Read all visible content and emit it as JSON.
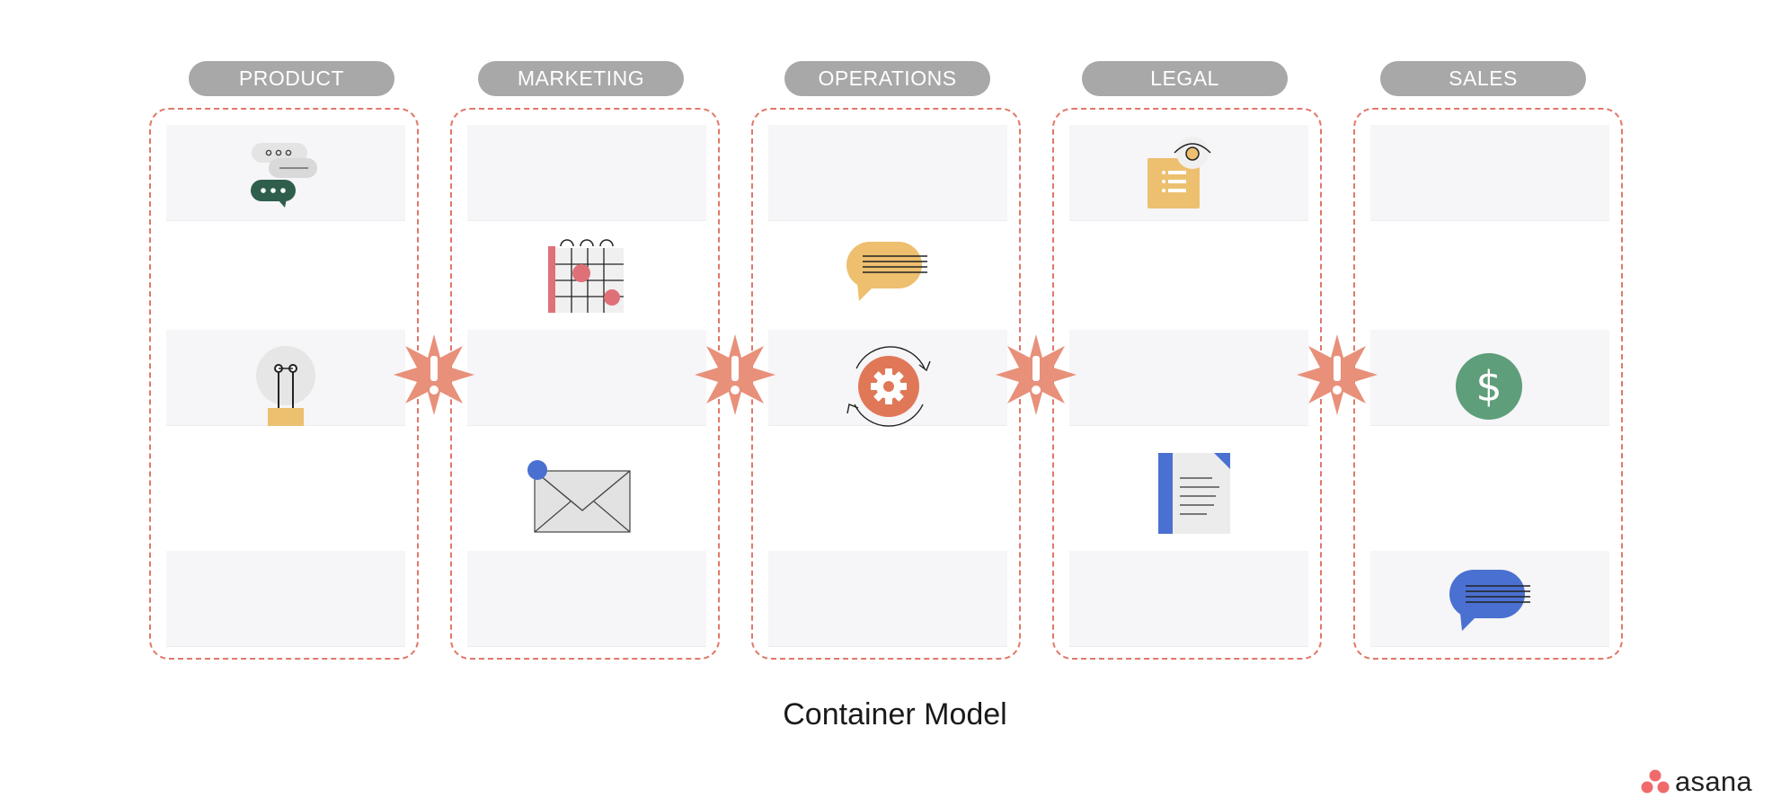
{
  "columns": [
    {
      "label": "PRODUCT"
    },
    {
      "label": "MARKETING"
    },
    {
      "label": "OPERATIONS"
    },
    {
      "label": "LEGAL"
    },
    {
      "label": "SALES"
    }
  ],
  "connectors": {
    "symbol": "!",
    "color": "#e8907a"
  },
  "title": "Container Model",
  "brand": {
    "name": "asana",
    "color": "#f06a6a"
  },
  "icons": [
    {
      "column": "PRODUCT",
      "row": 1,
      "name": "chat-bubbles-icon"
    },
    {
      "column": "PRODUCT",
      "row": 3,
      "name": "lightbulb-icon"
    },
    {
      "column": "MARKETING",
      "row": 2,
      "name": "calendar-icon"
    },
    {
      "column": "MARKETING",
      "row": 4,
      "name": "envelope-icon"
    },
    {
      "column": "OPERATIONS",
      "row": 2,
      "name": "message-bubble-icon"
    },
    {
      "column": "OPERATIONS",
      "row": 3,
      "name": "gear-cycle-icon"
    },
    {
      "column": "LEGAL",
      "row": 1,
      "name": "document-review-icon"
    },
    {
      "column": "LEGAL",
      "row": 4,
      "name": "document-icon"
    },
    {
      "column": "SALES",
      "row": 3,
      "name": "dollar-coin-icon"
    },
    {
      "column": "SALES",
      "row": 5,
      "name": "message-bubble-icon"
    }
  ],
  "colors": {
    "container_border": "#e0786a",
    "pill": "#a8a8a8",
    "row": "#f6f5f7"
  }
}
